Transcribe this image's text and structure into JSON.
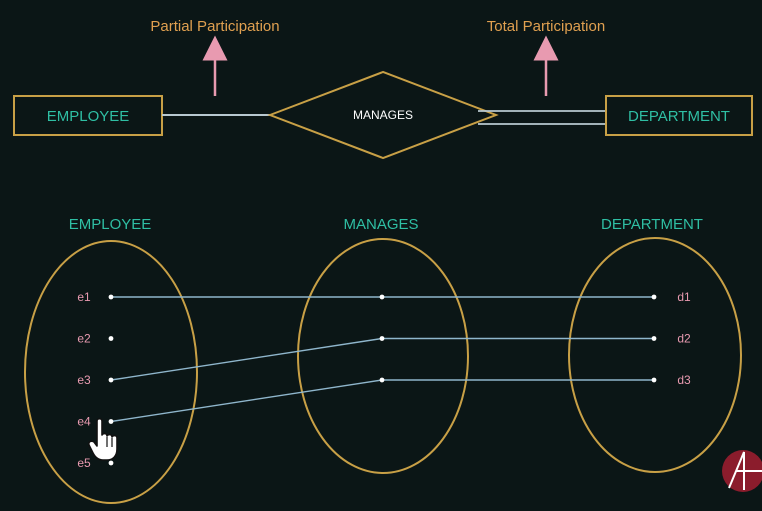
{
  "colors": {
    "background": "#0b1616",
    "gold": "#c8a046",
    "teal": "#2fbfa4",
    "pink": "#e89ab0",
    "orange_text": "#e0a050",
    "line_blue": "#8fb6cc",
    "white": "#ffffff"
  },
  "top": {
    "partial_label": "Partial Participation",
    "total_label": "Total Participation",
    "entity_left": "EMPLOYEE",
    "relationship": "MANAGES",
    "entity_right": "DEPARTMENT"
  },
  "bottom": {
    "set_left_title": "EMPLOYEE",
    "set_mid_title": "MANAGES",
    "set_right_title": "DEPARTMENT",
    "employees": [
      "e1",
      "e2",
      "e3",
      "e4",
      "e5"
    ],
    "departments": [
      "d1",
      "d2",
      "d3"
    ],
    "mappings": [
      {
        "employee": "e1",
        "department": "d1"
      },
      {
        "employee": "e3",
        "department": "d2"
      },
      {
        "employee": "e4",
        "department": "d3"
      }
    ]
  },
  "icons": {
    "cursor": "hand-pointer-icon",
    "logo": "logo-icon"
  }
}
